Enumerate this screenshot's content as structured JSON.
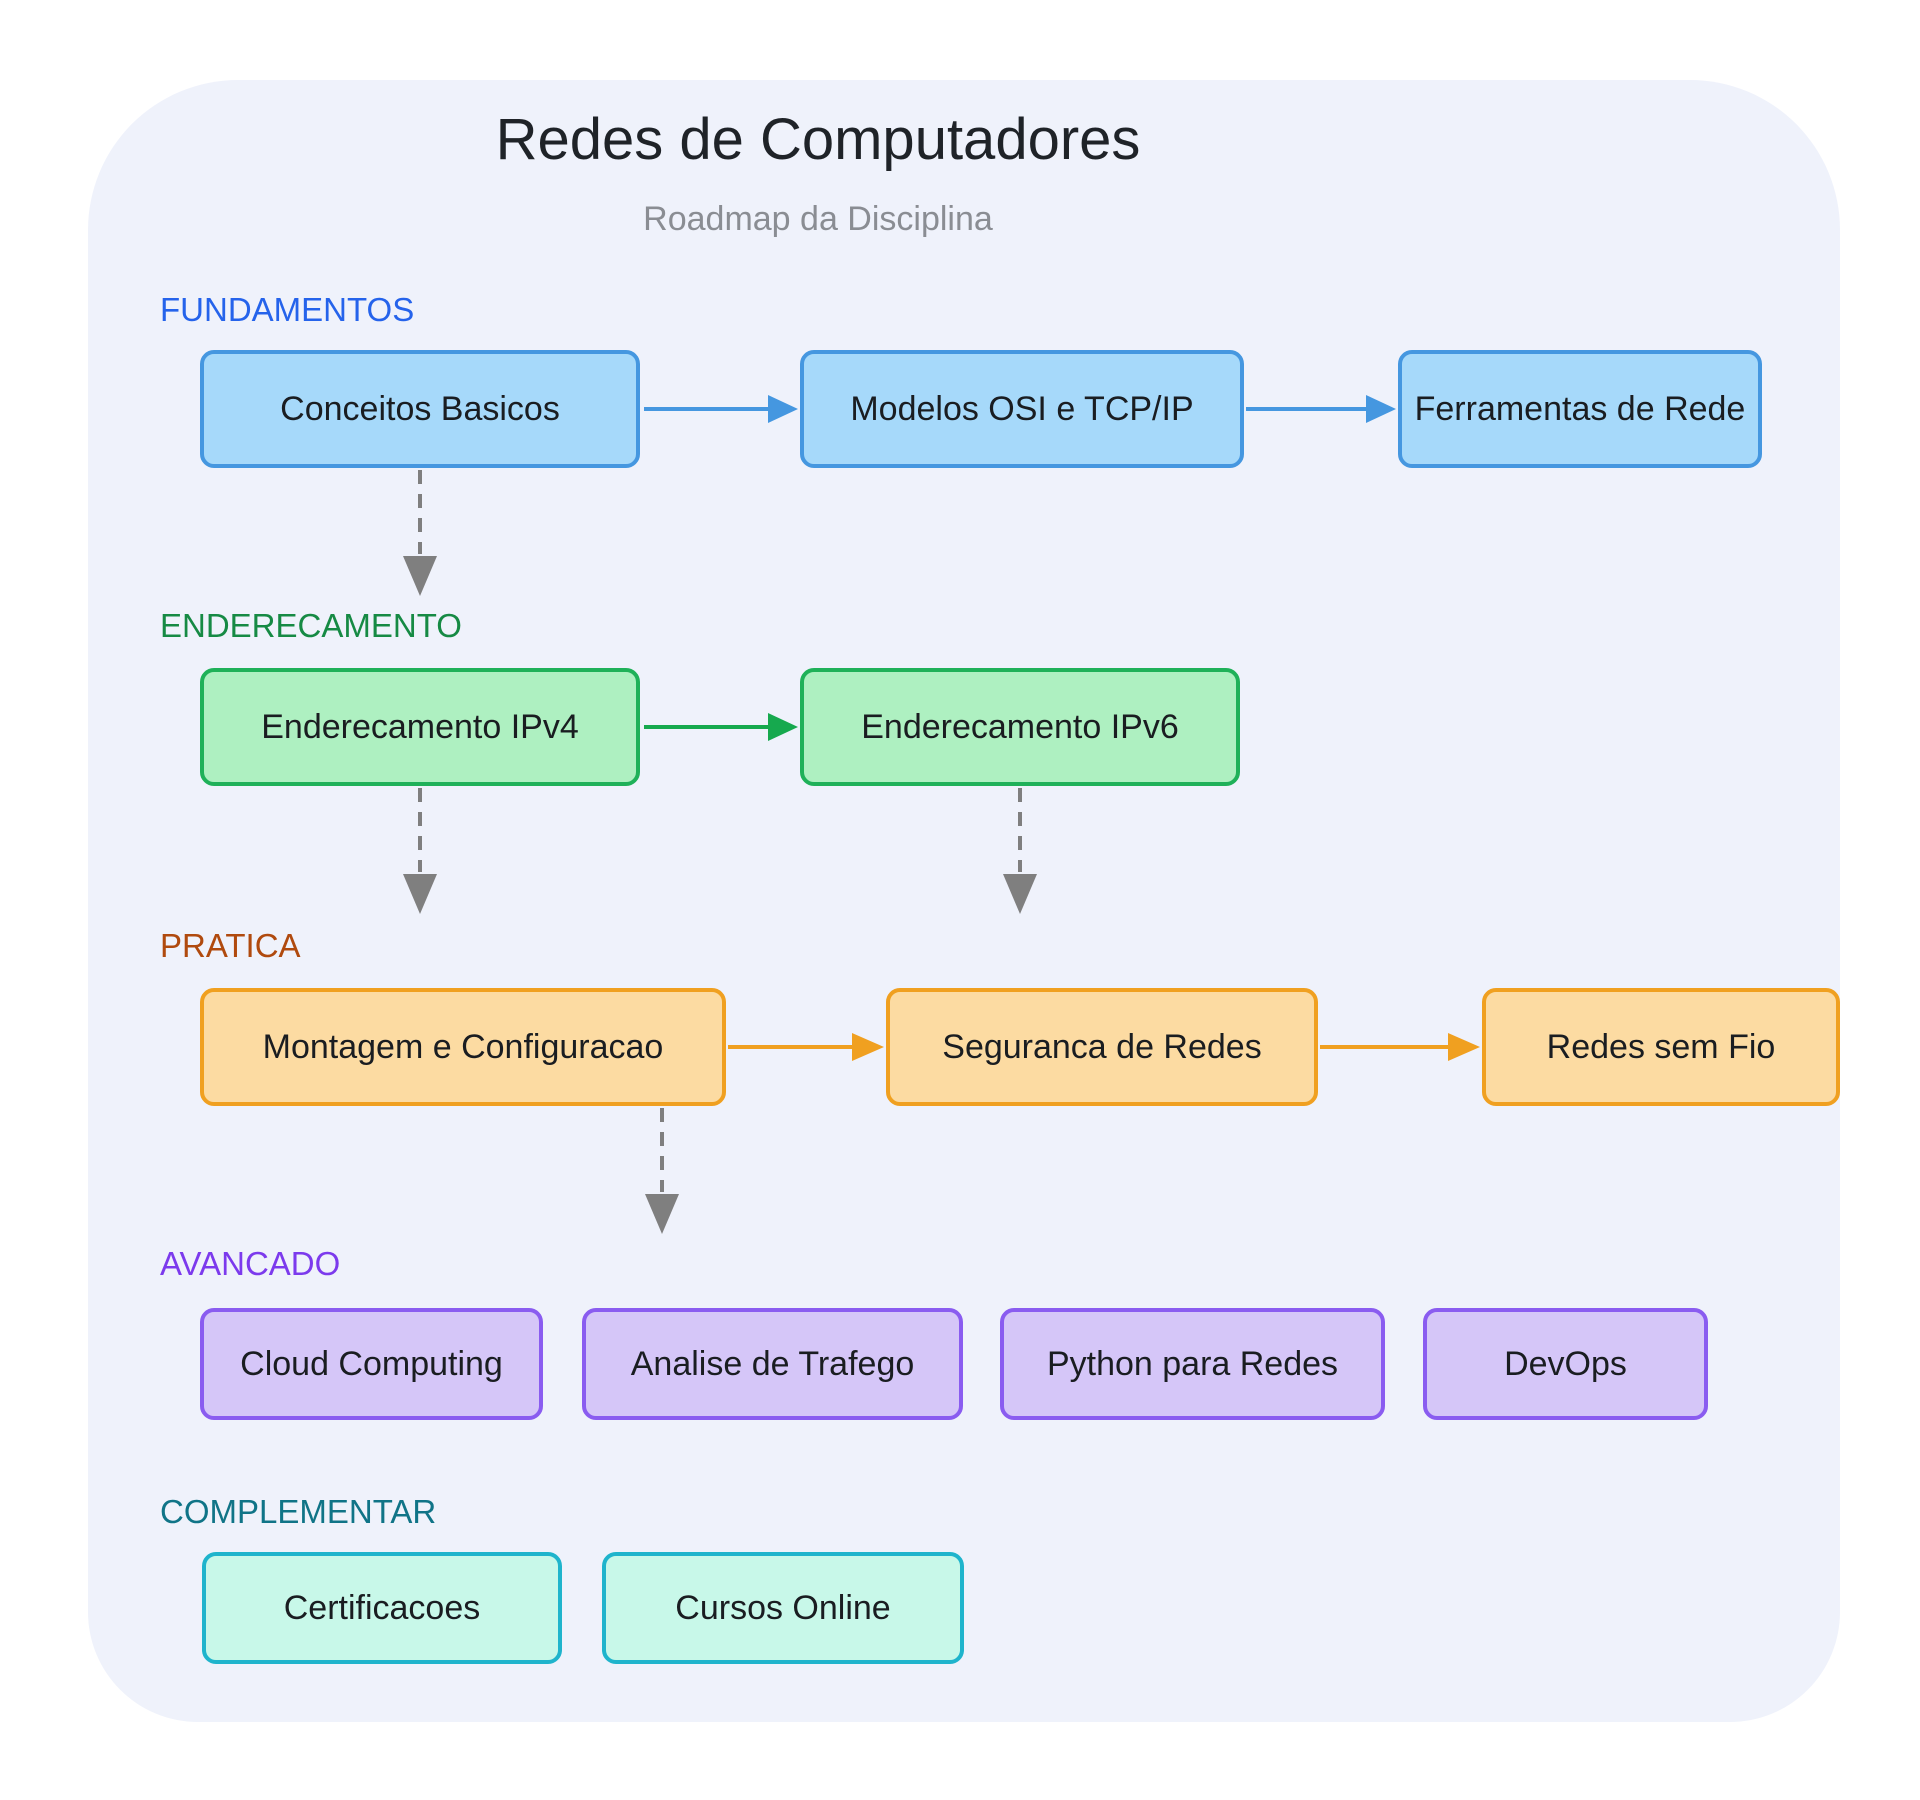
{
  "title": "Redes de Computadores",
  "subtitle": "Roadmap da Disciplina",
  "colors": {
    "canvas-bg": "#ffffff",
    "container-bg": "#EFF2FB",
    "title-color": "#1F2328",
    "subtitle-color": "#8A8D93",
    "node-text": "#1A1D21",
    "arrow-gray": "#7F7F7F",
    "blue-border": "#4597E0",
    "blue-fill": "#A6D9FA",
    "blue-label": "#2563EB",
    "green-border": "#1FB159",
    "green-fill": "#AEF0C1",
    "green-label": "#168A44",
    "orange-border": "#F0A020",
    "orange-fill": "#FCDBA2",
    "orange-label": "#B04A0E",
    "purple-border": "#8A5CF0",
    "purple-fill": "#D5C6F8",
    "purple-label": "#7C3AED",
    "teal-border": "#1FB4CC",
    "teal-fill": "#C8F8E9",
    "teal-label": "#107487"
  },
  "sections": [
    {
      "label": "FUNDAMENTOS",
      "color": "#2563EB",
      "nodes": [
        {
          "label": "Conceitos Basicos"
        },
        {
          "label": "Modelos OSI e TCP/IP"
        },
        {
          "label": "Ferramentas de Rede"
        }
      ]
    },
    {
      "label": "ENDERECAMENTO",
      "color": "#168A44",
      "nodes": [
        {
          "label": "Enderecamento IPv4"
        },
        {
          "label": "Enderecamento IPv6"
        }
      ]
    },
    {
      "label": "PRATICA",
      "color": "#B04A0E",
      "nodes": [
        {
          "label": "Montagem e Configuracao"
        },
        {
          "label": "Seguranca de Redes"
        },
        {
          "label": "Redes sem Fio"
        }
      ]
    },
    {
      "label": "AVANCADO",
      "color": "#7C3AED",
      "nodes": [
        {
          "label": "Cloud Computing"
        },
        {
          "label": "Analise de Trafego"
        },
        {
          "label": "Python para Redes"
        },
        {
          "label": "DevOps"
        }
      ]
    },
    {
      "label": "COMPLEMENTAR",
      "color": "#107487",
      "nodes": [
        {
          "label": "Certificacoes"
        },
        {
          "label": "Cursos Online"
        }
      ]
    }
  ],
  "edges": [
    {
      "from": "Conceitos Basicos",
      "to": "Modelos OSI e TCP/IP",
      "style": "solid",
      "color": "blue"
    },
    {
      "from": "Modelos OSI e TCP/IP",
      "to": "Ferramentas de Rede",
      "style": "solid",
      "color": "blue"
    },
    {
      "from": "Conceitos Basicos",
      "to": "ENDERECAMENTO",
      "style": "dashed",
      "color": "gray"
    },
    {
      "from": "Enderecamento IPv4",
      "to": "Enderecamento IPv6",
      "style": "solid",
      "color": "green"
    },
    {
      "from": "Enderecamento IPv4",
      "to": "PRATICA",
      "style": "dashed",
      "color": "gray"
    },
    {
      "from": "Enderecamento IPv6",
      "to": "PRATICA",
      "style": "dashed",
      "color": "gray"
    },
    {
      "from": "Montagem e Configuracao",
      "to": "Seguranca de Redes",
      "style": "solid",
      "color": "orange"
    },
    {
      "from": "Seguranca de Redes",
      "to": "Redes sem Fio",
      "style": "solid",
      "color": "orange"
    },
    {
      "from": "Montagem e Configuracao",
      "to": "AVANCADO",
      "style": "dashed",
      "color": "gray"
    }
  ]
}
